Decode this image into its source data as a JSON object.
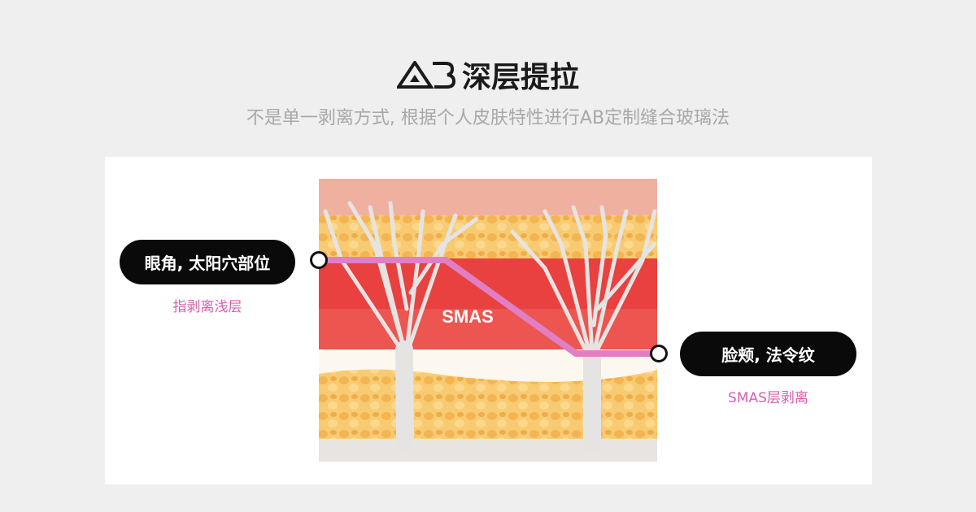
{
  "header": {
    "logo": "AB",
    "title": "深层提拉",
    "subtitle": "不是单一剥离方式, 根据个人皮肤特性进行AB定制缝合玻璃法"
  },
  "diagram": {
    "layer_label": "SMAS",
    "left_callout": {
      "label": "眼角, 太阳穴部位",
      "sub": "指剥离浅层"
    },
    "right_callout": {
      "label": "脸颊, 法令纹",
      "sub": "SMAS层剥离"
    }
  },
  "colors": {
    "accent": "#e07fc4",
    "sub_text": "#d65fae",
    "muscle": "#e8413f",
    "fat": "#f5c165",
    "skin": "#f0b0a0"
  }
}
